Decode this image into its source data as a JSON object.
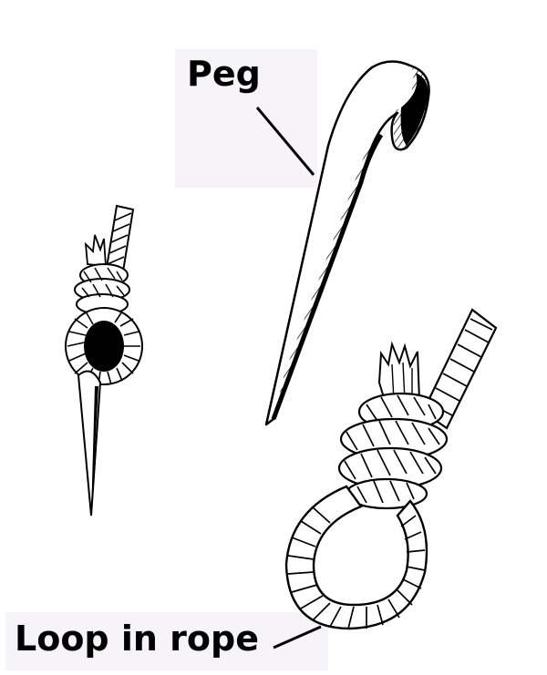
{
  "labels": {
    "peg": "Peg",
    "loop": "Loop in rope"
  },
  "colors": {
    "ink": "#000000",
    "paper": "#ffffff",
    "label_background": "#f6f4f8"
  },
  "figure_parts": [
    "small-peg-with-rope-loop",
    "peg",
    "rope-loop"
  ]
}
